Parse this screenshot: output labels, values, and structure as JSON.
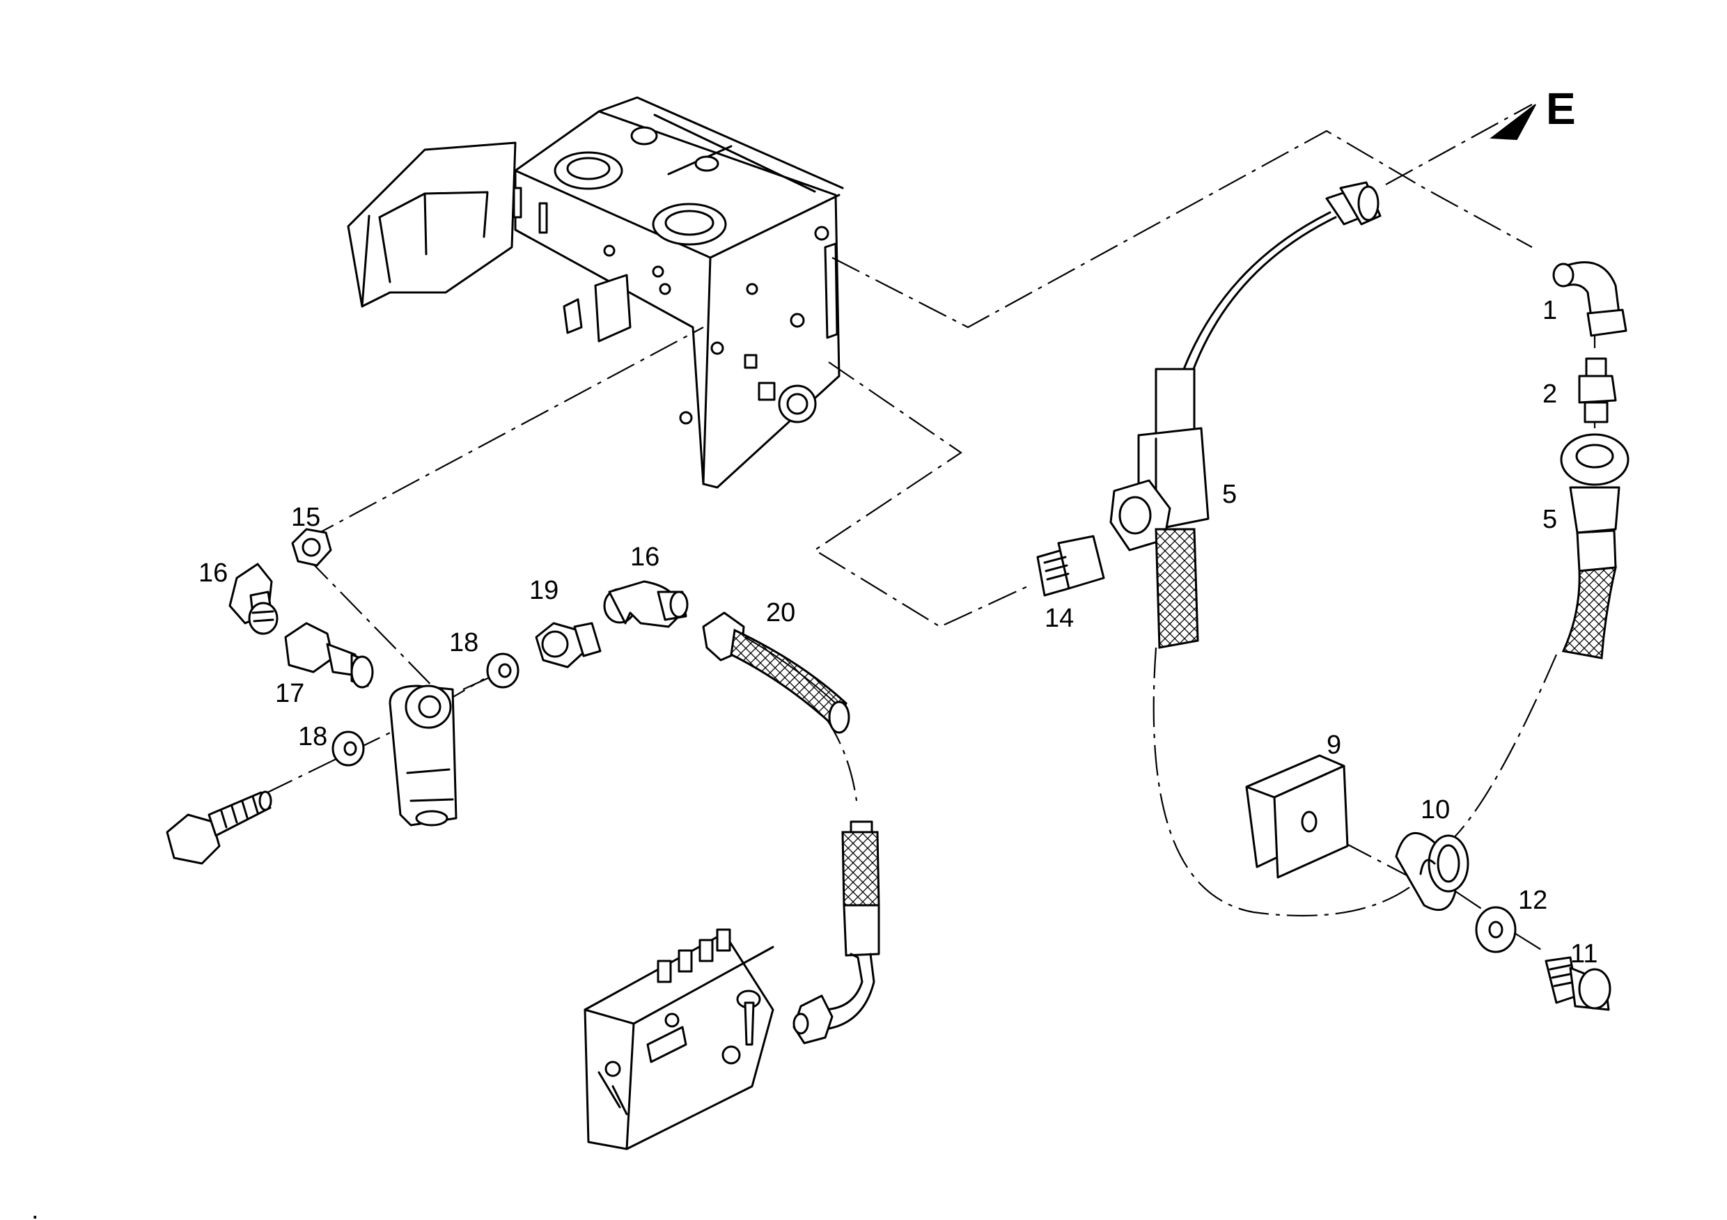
{
  "labels": {
    "p1": "1",
    "p2": "2",
    "p5a": "5",
    "p5b": "5",
    "p9": "9",
    "p10": "10",
    "p11": "11",
    "p12": "12",
    "p14": "14",
    "p15": "15",
    "p16a": "16",
    "p16b": "16",
    "p17": "17",
    "p18a": "18",
    "p18b": "18",
    "p19": "19",
    "p20": "20",
    "arrow": "E"
  },
  "corner_mark": "."
}
